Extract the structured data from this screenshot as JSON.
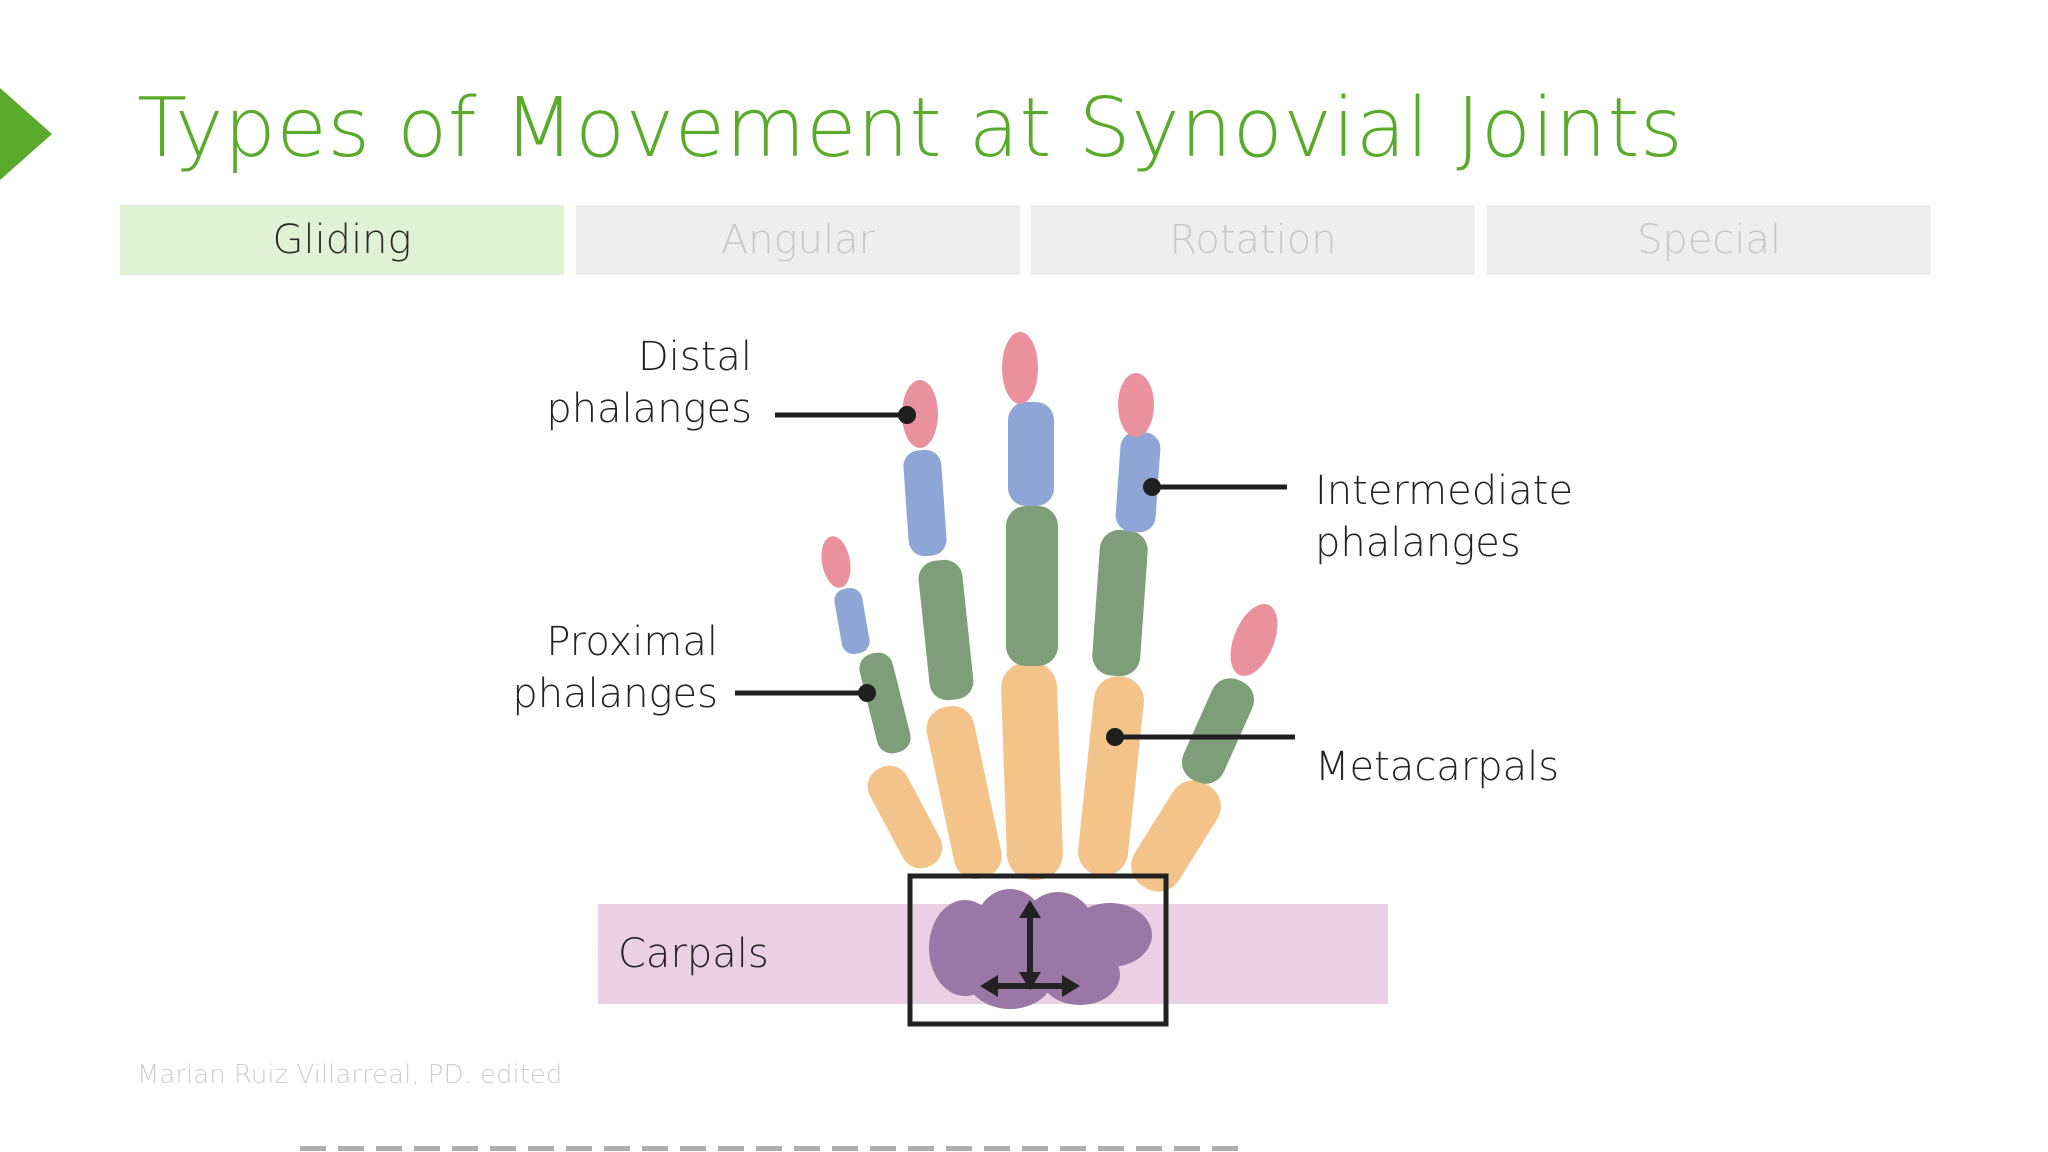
{
  "title": "Types of Movement at Synovial Joints",
  "tabs": [
    {
      "label": "Gliding",
      "state": "active"
    },
    {
      "label": "Angular",
      "state": "inactive"
    },
    {
      "label": "Rotation",
      "state": "inactive"
    },
    {
      "label": "Special",
      "state": "inactive"
    }
  ],
  "labels": {
    "distal": [
      "Distal",
      "phalanges"
    ],
    "intermediate": [
      "Intermediate",
      "phalanges"
    ],
    "proximal": [
      "Proximal",
      "phalanges"
    ],
    "metacarpals": "Metacarpals",
    "carpals": "Carpals"
  },
  "credit": "Marian Ruiz Villarreal, PD. edited",
  "colors": {
    "accent": "#5aab2c",
    "distal": "#e9919c",
    "intermediate": "#8ea6d6",
    "proximal": "#7d9e78",
    "metacarpal": "#f3c38a",
    "carpal": "#9a77a6",
    "carpal_band": "#ead0e2"
  },
  "icons": [
    "slide-marker-icon",
    "double-arrow-icon"
  ]
}
